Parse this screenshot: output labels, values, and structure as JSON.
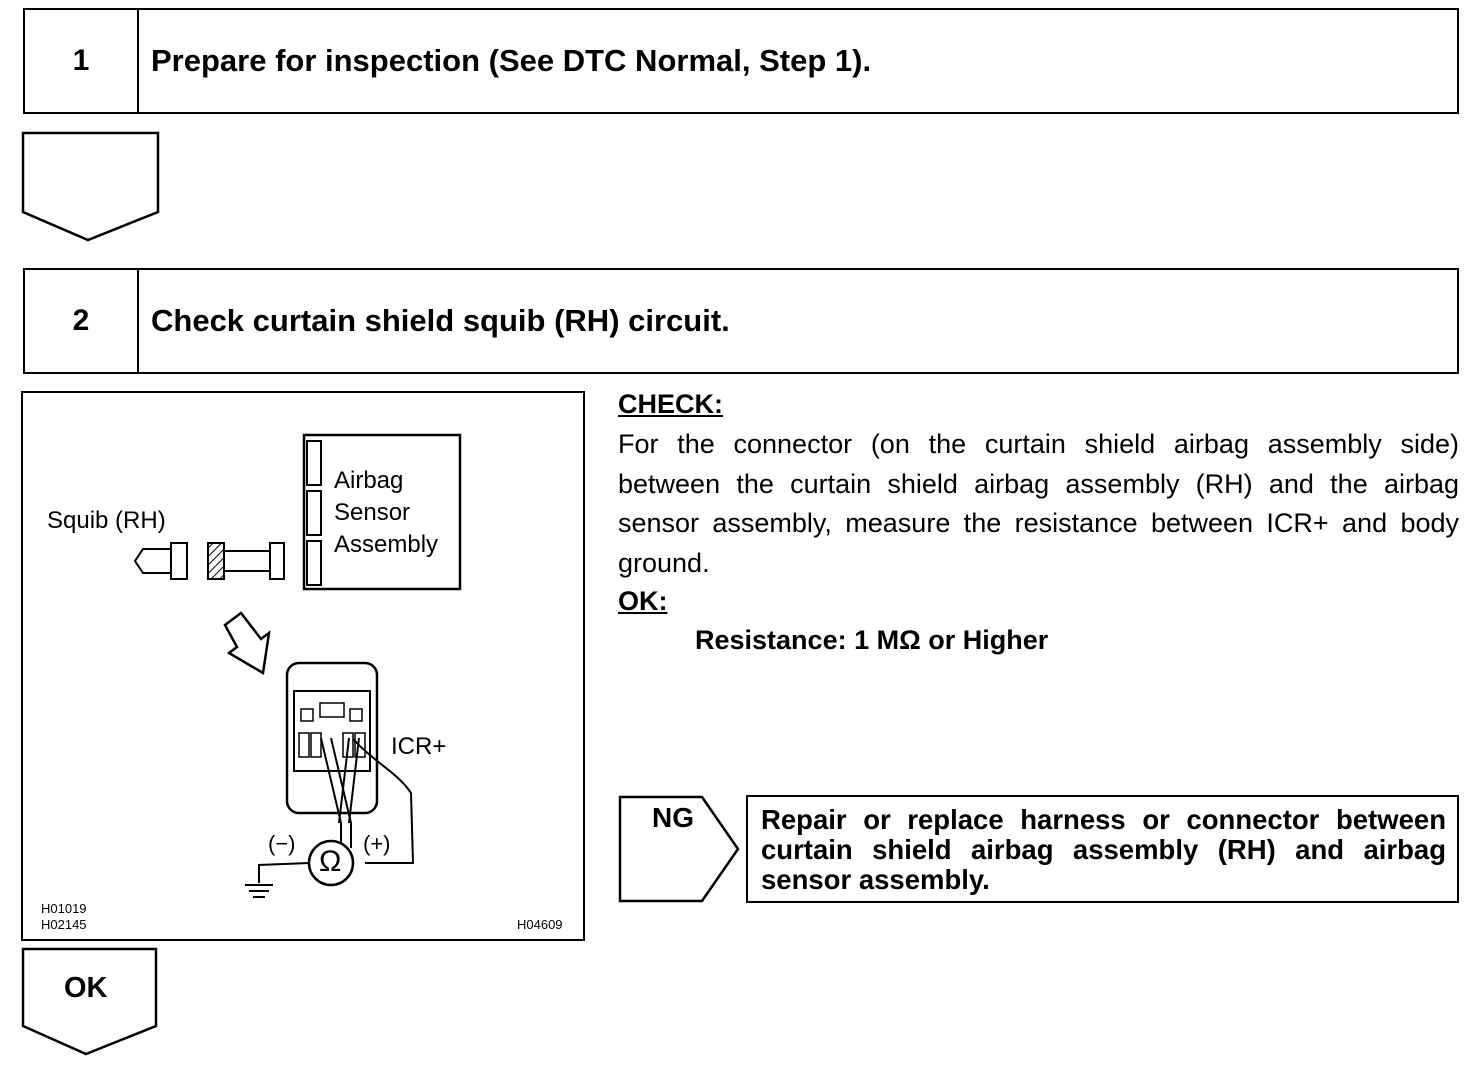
{
  "step1": {
    "number": "1",
    "title": "Prepare for inspection (See DTC Normal, Step 1)."
  },
  "step2": {
    "number": "2",
    "title": "Check curtain shield squib (RH) circuit."
  },
  "figure": {
    "squib_label": "Squib (RH)",
    "sensor_label": [
      "Airbag",
      "Sensor",
      "Assembly"
    ],
    "terminal_label": "ICR+",
    "minus_label": "(−)",
    "plus_label": "(+)",
    "ohm_symbol": "Ω",
    "codes_left": [
      "H01019",
      "H02145"
    ],
    "code_right": "H04609"
  },
  "check": {
    "heading": "CHECK:",
    "text": "For the connector (on the curtain shield airbag assembly side) between the curtain shield airbag assembly (RH) and the airbag sensor assembly, measure the resistance between ICR+ and body ground.",
    "ok_heading": "OK:",
    "spec": "Resistance: 1 MΩ or Higher"
  },
  "ng": {
    "label": "NG",
    "action": "Repair or replace harness or connector between curtain shield airbag assembly (RH) and airbag sensor assembly."
  },
  "ok_arrow": {
    "label": "OK"
  }
}
